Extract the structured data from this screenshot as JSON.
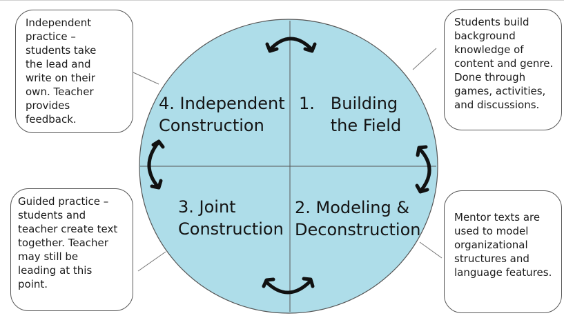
{
  "colors": {
    "circle_fill": "#aedde9",
    "circle_stroke": "#555555",
    "arrow": "#111111",
    "note_border": "#555555"
  },
  "quadrants": {
    "q1": "1.   Building\n      the Field",
    "q2": "2. Modeling &\nDeconstruction",
    "q3": "3. Joint\nConstruction",
    "q4": "4. Independent\nConstruction"
  },
  "notes": {
    "top_left": "Independent\npractice –\nstudents take\nthe lead and\nwrite on their\nown. Teacher\nprovides\nfeedback.",
    "top_right": "Students build\nbackground\nknowledge of\ncontent and genre.\nDone through\ngames, activities,\nand discussions.",
    "bottom_left": "Guided practice –\nstudents and\nteacher create text\ntogether. Teacher\nmay still be\nleading at this\npoint.",
    "bottom_right": "Mentor texts are\nused to model\norganizational\nstructures and\nlanguage features."
  },
  "icons": {
    "top": "curved-double-arrow-icon",
    "right": "curved-double-arrow-icon",
    "bottom": "curved-double-arrow-icon",
    "left": "curved-double-arrow-icon"
  }
}
